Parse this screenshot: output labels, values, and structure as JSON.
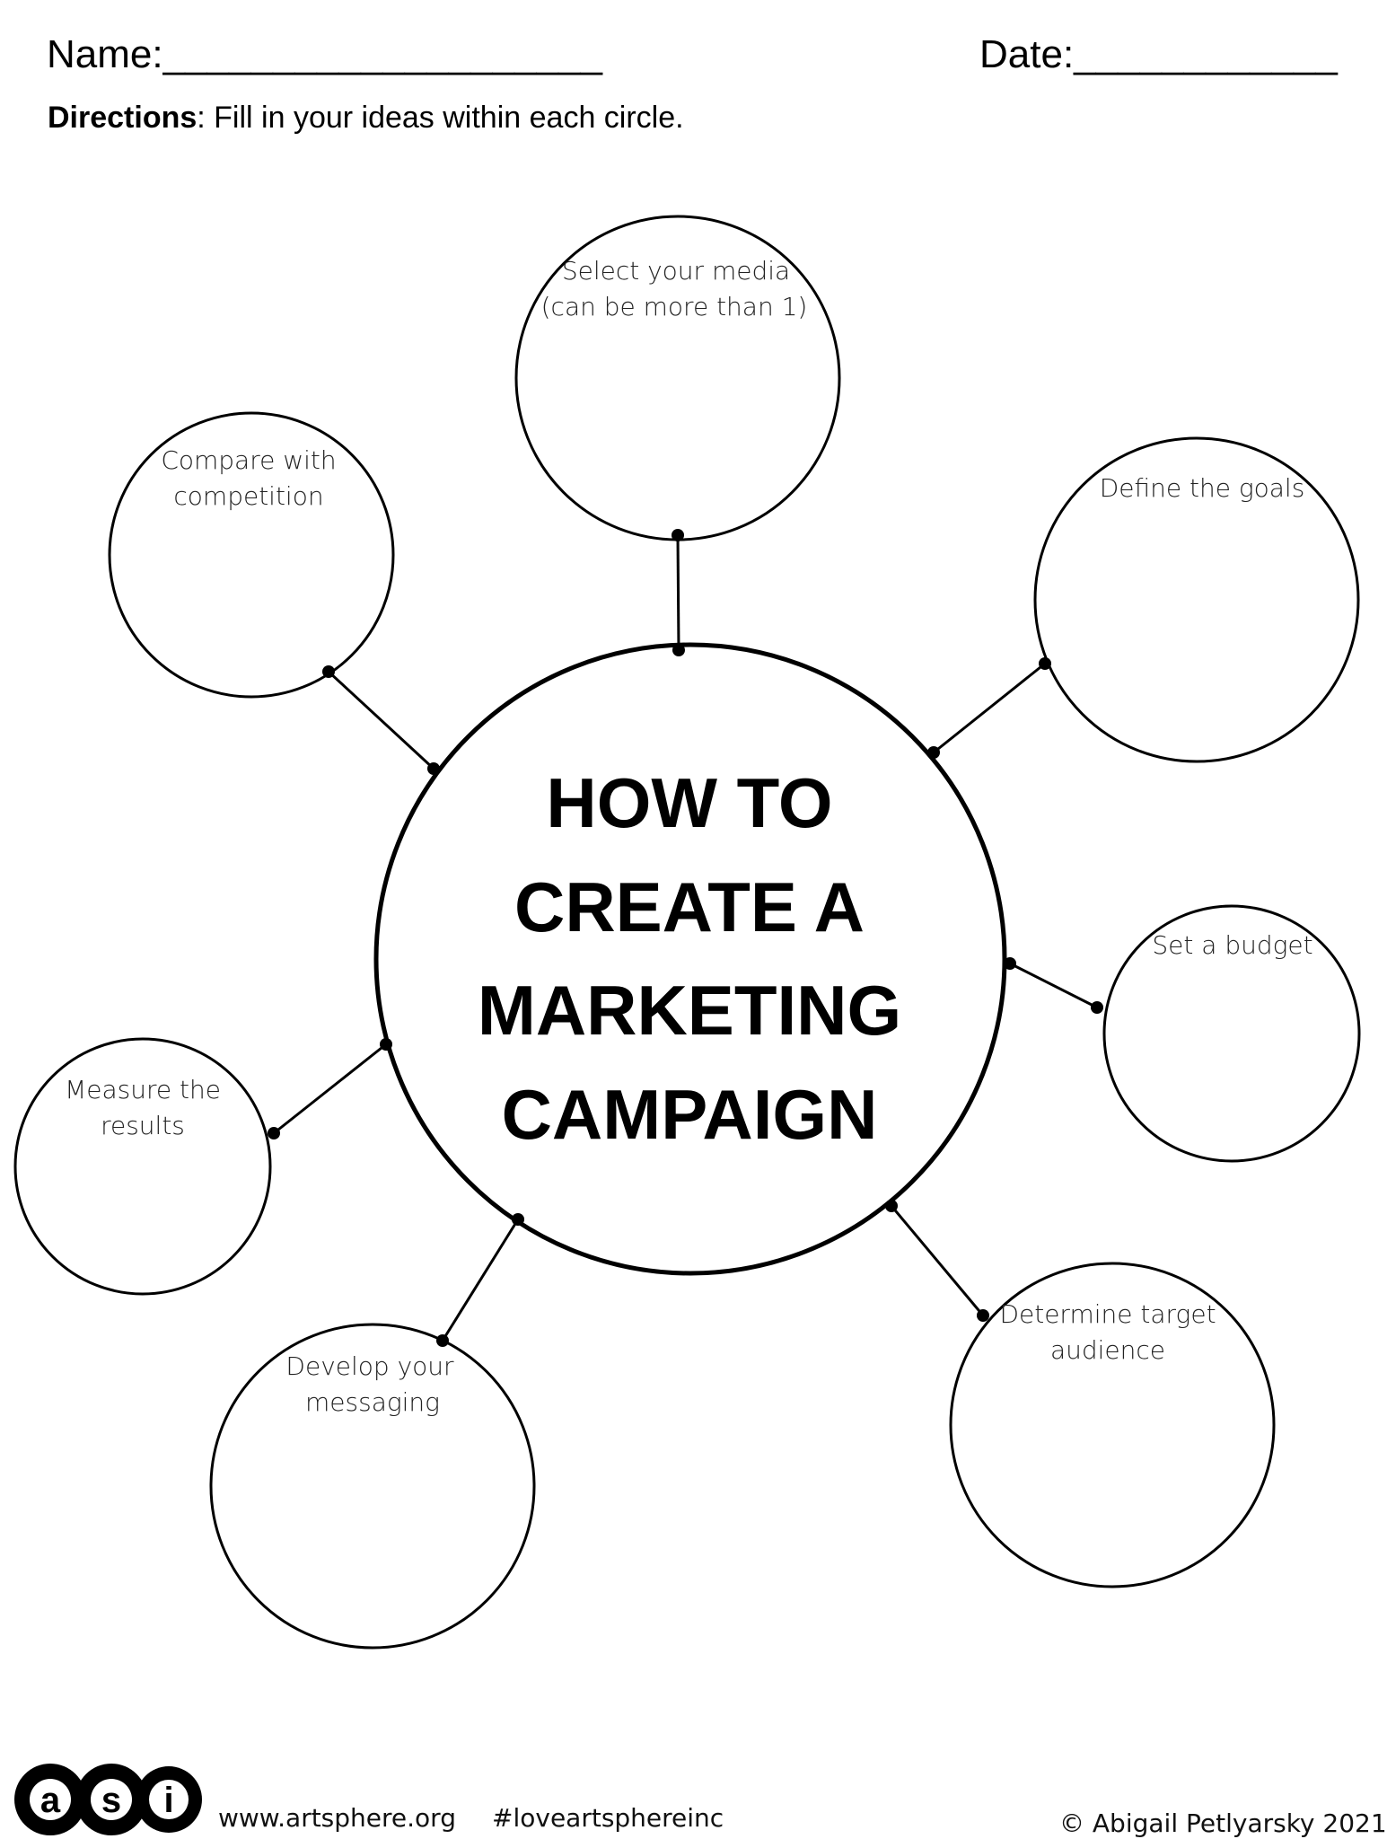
{
  "header": {
    "name_label": "Name:____________________",
    "date_label": "Date:____________"
  },
  "directions": {
    "bold": "Directions",
    "text": ": Fill in your ideas within each circle."
  },
  "center": {
    "title_lines": [
      "HOW TO",
      "CREATE A",
      "MARKETING",
      "CAMPAIGN"
    ]
  },
  "bubbles": [
    {
      "id": "select-media",
      "lines": [
        "Select your media",
        "(can be more than 1)"
      ]
    },
    {
      "id": "define-goals",
      "lines": [
        "Define the goals"
      ]
    },
    {
      "id": "set-budget",
      "lines": [
        "Set a budget"
      ]
    },
    {
      "id": "target-audience",
      "lines": [
        "Determine target",
        "audience"
      ]
    },
    {
      "id": "develop-messaging",
      "lines": [
        "Develop your",
        "messaging"
      ]
    },
    {
      "id": "measure-results",
      "lines": [
        "Measure the",
        "results"
      ]
    },
    {
      "id": "compare-competition",
      "lines": [
        "Compare with",
        "competition"
      ]
    }
  ],
  "footer": {
    "logo_letters": [
      "a",
      "s",
      "i"
    ],
    "website": "www.artsphere.org",
    "hashtag": "#loveartsphereinc",
    "copyright": "© Abigail Petlyarsky 2021"
  }
}
